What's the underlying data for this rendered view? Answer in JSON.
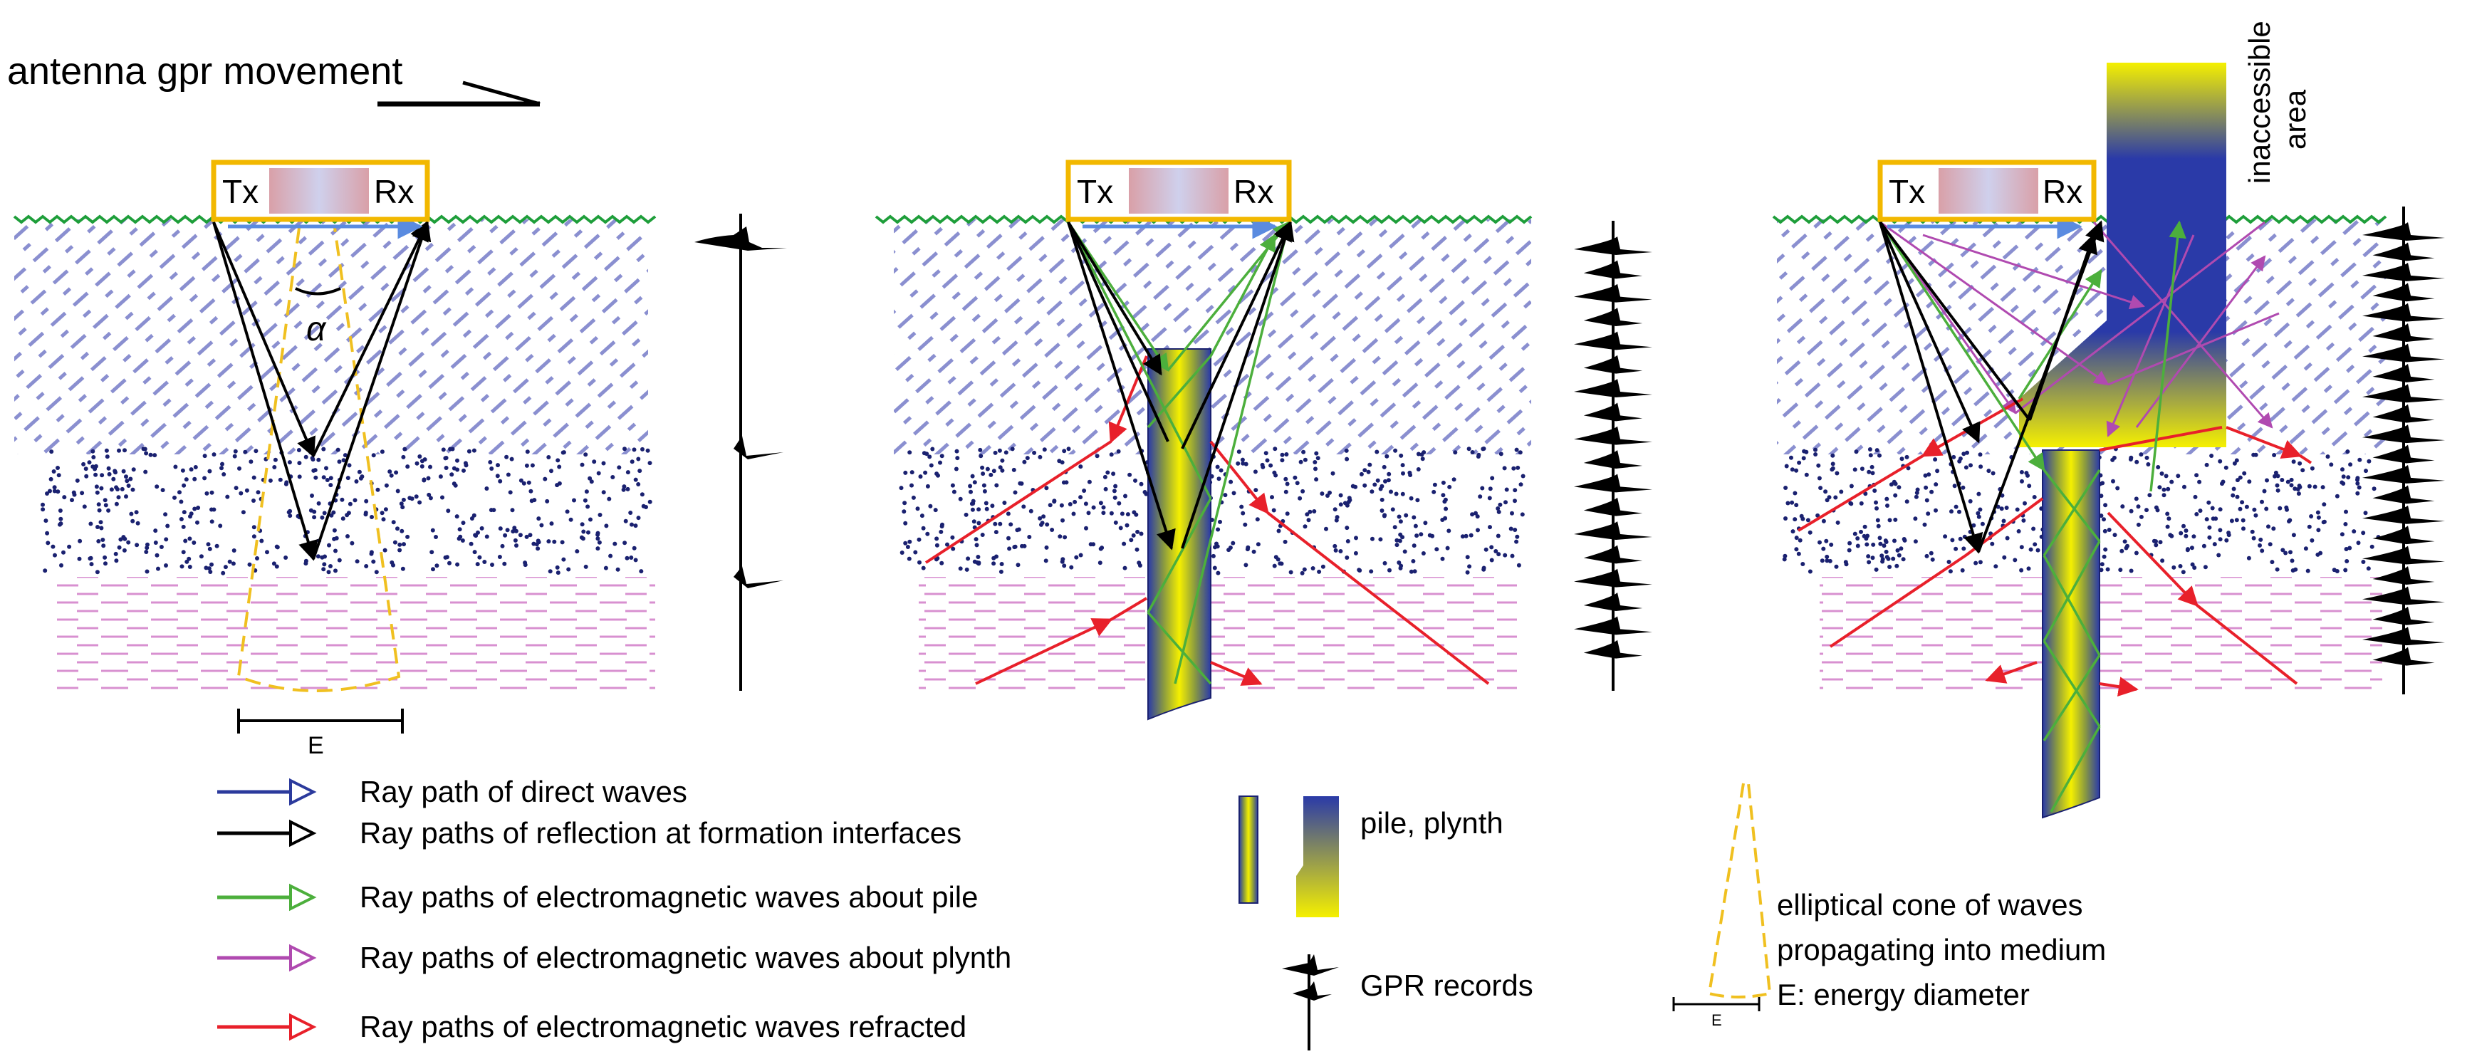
{
  "header": {
    "movement_label": "antenna gpr movement"
  },
  "antenna": {
    "tx_label": "Tx",
    "rx_label": "Rx"
  },
  "panel1": {
    "angle_symbol": "α",
    "energy_label": "E"
  },
  "panel3": {
    "inaccessible_line1": "inaccessible",
    "inaccessible_line2": "area"
  },
  "legend": {
    "direct": "Ray path of direct waves",
    "reflection": "Ray paths of reflection at formation interfaces",
    "pile": "Ray paths of electromagnetic waves about pile",
    "plynth": "Ray paths of electromagnetic waves about plynth",
    "refracted": "Ray paths of electromagnetic waves refracted",
    "pile_plynth": "pile,  plynth",
    "gpr_records": "GPR records",
    "cone_line1": "elliptical cone of waves",
    "cone_line2": "propagating into medium",
    "cone_line3": "E: energy diameter",
    "cone_e": "E"
  },
  "colors": {
    "direct": "#2b3a9c",
    "reflection": "#000000",
    "pile": "#4caf3c",
    "plynth": "#b04ab0",
    "refracted": "#e8202a",
    "antenna_frame": "#f2b800",
    "ground": "#1e9e3a",
    "hatch": "#8a8fd0",
    "dots": "#1a2170",
    "dashes": "#d890d0",
    "cone": "#f0c020",
    "pile_yellow": "#f5f000",
    "pile_blue": "#2a3aa8"
  }
}
